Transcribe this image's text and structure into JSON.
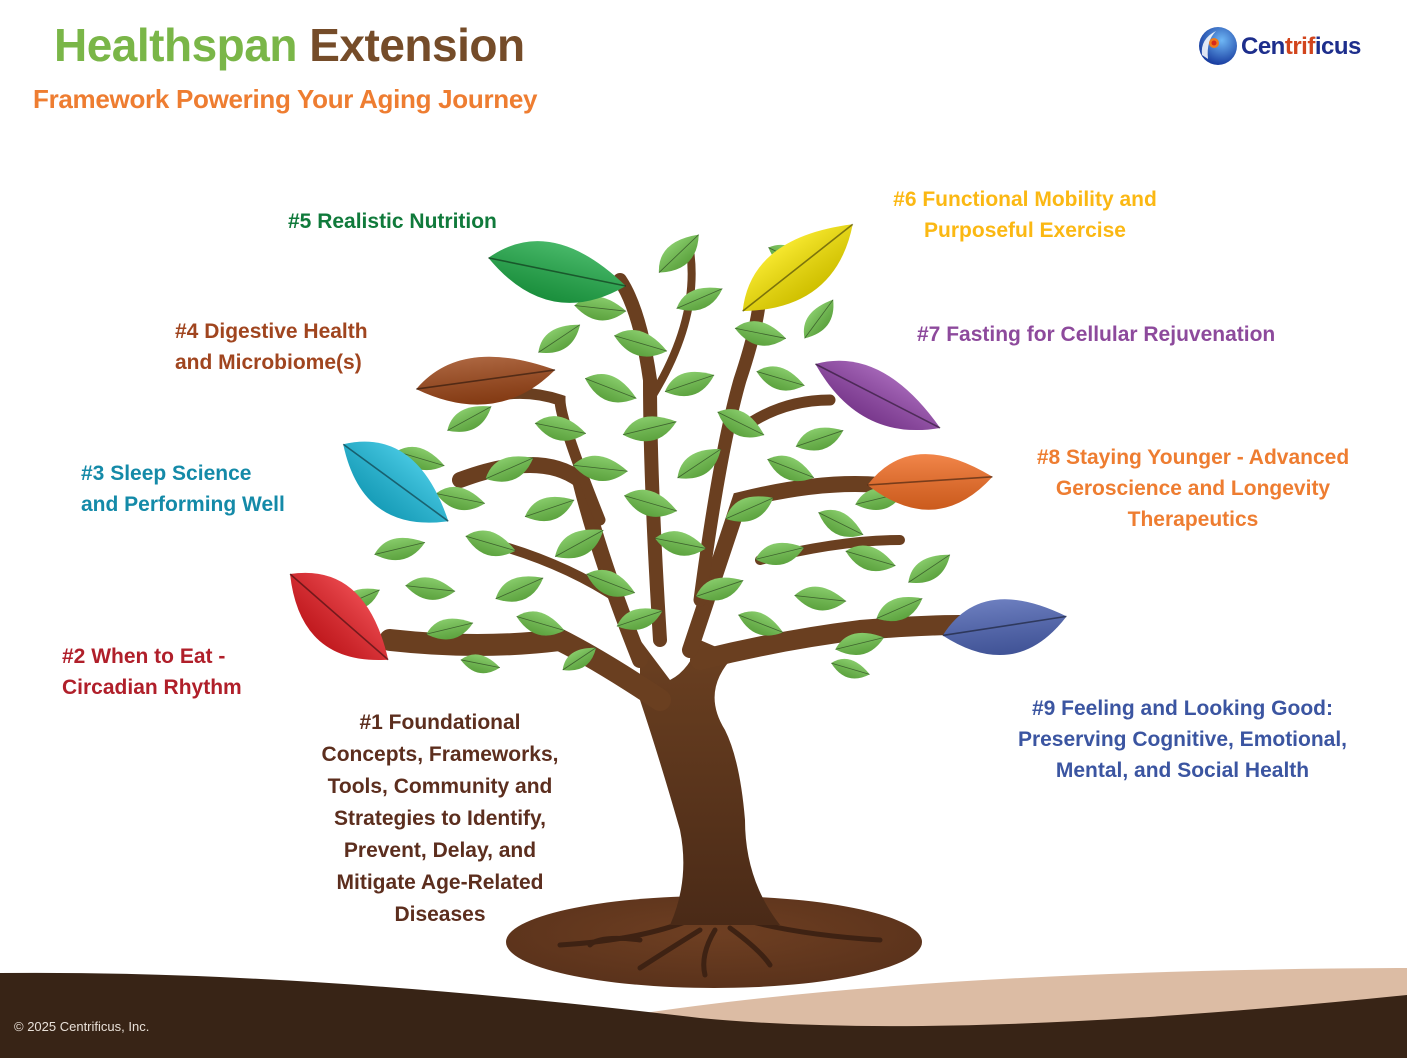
{
  "header": {
    "title_part1": "Healthspan",
    "title_part2": "Extension",
    "subtitle": "Framework Powering Your Aging Journey",
    "title_colors": {
      "part1": "#7ab648",
      "part2": "#754c29",
      "subtitle": "#ee7d31"
    }
  },
  "logo": {
    "icon": "globe-swirl-icon",
    "text_before": "Cen",
    "text_mid": "trif",
    "text_after": "icus"
  },
  "pillars": [
    {
      "number": 1,
      "lines": [
        "#1 Foundational",
        "Concepts, Frameworks,",
        "Tools, Community and",
        "Strategies to Identify,",
        "Prevent, Delay, and",
        "Mitigate Age-Related",
        "Diseases"
      ],
      "color": "#5c2e1e",
      "leaf_color": null
    },
    {
      "number": 2,
      "lines": [
        "#2 When to Eat -",
        "Circadian Rhythm"
      ],
      "color": "#b01f2a",
      "leaf_color": "#e31e24"
    },
    {
      "number": 3,
      "lines": [
        "#3 Sleep Science",
        "and Performing Well"
      ],
      "color": "#148aa8",
      "leaf_color": "#1cb9d9"
    },
    {
      "number": 4,
      "lines": [
        "#4 Digestive Health",
        "and Microbiome(s)"
      ],
      "color": "#a0451f",
      "leaf_color": "#9a4416"
    },
    {
      "number": 5,
      "lines": [
        "#5 Realistic Nutrition"
      ],
      "color": "#107a3b",
      "leaf_color": "#1fa847"
    },
    {
      "number": 6,
      "lines": [
        "#6 Functional Mobility and",
        "Purposeful Exercise"
      ],
      "color": "#fbb813",
      "leaf_color": "#f4e200"
    },
    {
      "number": 7,
      "lines": [
        "#7 Fasting for Cellular Rejuvenation"
      ],
      "color": "#8d4a9c",
      "leaf_color": "#8f43a6"
    },
    {
      "number": 8,
      "lines": [
        "#8 Staying Younger - Advanced",
        "Geroscience and Longevity",
        "Therapeutics"
      ],
      "color": "#ee7d31",
      "leaf_color": "#ef6b22"
    },
    {
      "number": 9,
      "lines": [
        "#9 Feeling and Looking Good:",
        "Preserving Cognitive, Emotional,",
        "Mental, and Social Health"
      ],
      "color": "#3b55a1",
      "leaf_color": "#4c62b1"
    }
  ],
  "footer": {
    "copyright": "© 2025 Centrificus, Inc.",
    "colors": {
      "dark": "#382416",
      "light": "#dcbca4"
    }
  }
}
